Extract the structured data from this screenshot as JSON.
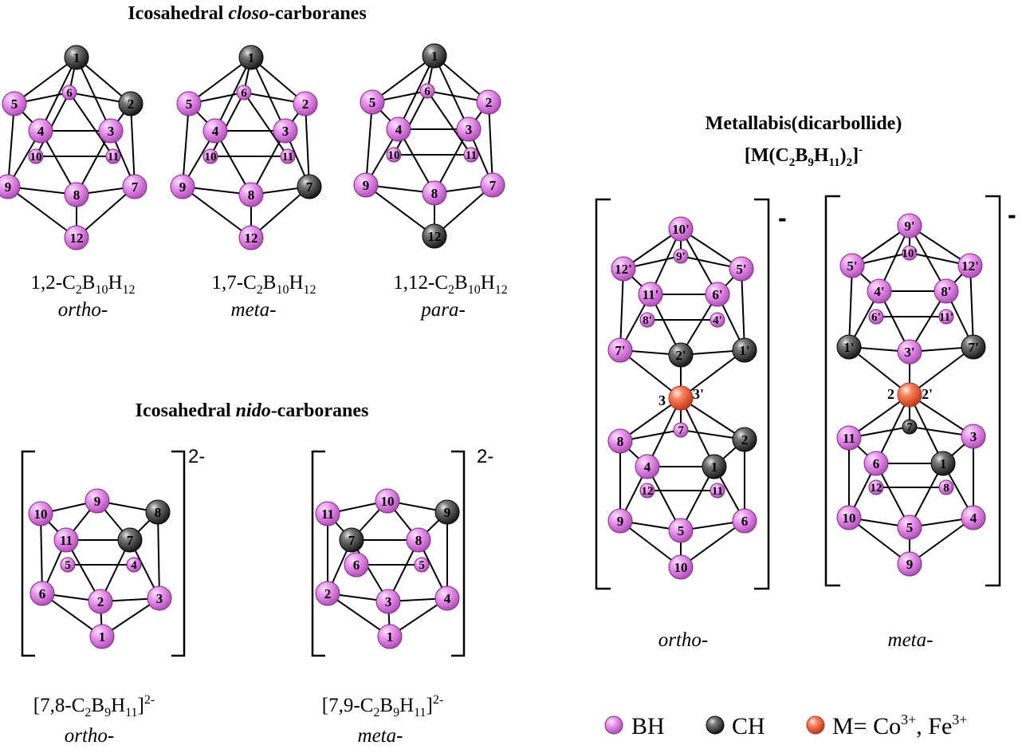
{
  "headings": {
    "closo": {
      "pre": "Icosahedral ",
      "it": "closo",
      "post": "-carboranes"
    },
    "nido": {
      "pre": "Icosahedral ",
      "it": "nido",
      "post": "-carboranes"
    },
    "metalla_line1": "Metallabis(dicarbollide)",
    "metalla_line2": {
      "a": "[M(C",
      "s1": "2",
      "b": "B",
      "s2": "9",
      "c": "H",
      "s3": "11",
      "d": ")",
      "s4": "2",
      "e": "]",
      "sup": "-"
    }
  },
  "closo_captions": [
    {
      "f1": "1,2-C",
      "s1": "2",
      "f2": "B",
      "s2": "10",
      "f3": "H",
      "s3": "12",
      "isomer": "ortho-"
    },
    {
      "f1": "1,7-C",
      "s1": "2",
      "f2": "B",
      "s2": "10",
      "f3": "H",
      "s3": "12",
      "isomer": "meta-"
    },
    {
      "f1": "1,12-C",
      "s1": "2",
      "f2": "B",
      "s2": "10",
      "f3": "H",
      "s3": "12",
      "isomer": "para-"
    }
  ],
  "nido_captions": [
    {
      "f1": "[7,8-C",
      "s1": "2",
      "f2": "B",
      "s2": "9",
      "f3": "H",
      "s3": "11",
      "f4": "]",
      "sup": "2-",
      "isomer": "ortho-"
    },
    {
      "f1": "[7,9-C",
      "s1": "2",
      "f2": "B",
      "s2": "9",
      "f3": "H",
      "s3": "11",
      "f4": "]",
      "sup": "2-",
      "isomer": "meta-"
    }
  ],
  "charges": {
    "nido": "2-",
    "metalla": "-"
  },
  "metalla_captions": [
    "ortho-",
    "meta-"
  ],
  "metal_labels": {
    "ortho": {
      "left": "3",
      "right": "3'"
    },
    "meta": {
      "left": "2",
      "right": "2'"
    }
  },
  "legend": {
    "bh": "BH",
    "ch": "CH",
    "m_text": "M= Co",
    "m_sup1": "3+",
    "m_mid": ", Fe",
    "m_sup2": "3+"
  },
  "colors": {
    "bh": "#e07be6",
    "ch": "#3a3a3a",
    "metal": "#f05a38",
    "bond": "#000000"
  },
  "closo_nodes": [
    [
      "1",
      "6",
      "5",
      "2",
      "4",
      "3",
      "10",
      "11",
      "9",
      "7",
      "8",
      "12"
    ],
    [
      "1",
      "6",
      "5",
      "2",
      "4",
      "3",
      "10",
      "11",
      "9",
      "7",
      "8",
      "12"
    ],
    [
      "1",
      "6",
      "5",
      "2",
      "4",
      "3",
      "10",
      "11",
      "9",
      "7",
      "8",
      "12"
    ]
  ],
  "closo_carbons": [
    [
      "1",
      "2"
    ],
    [
      "1",
      "7"
    ],
    [
      "1",
      "12"
    ]
  ],
  "nido_nodes": [
    [
      "10",
      "9",
      "8",
      "11",
      "7",
      "5",
      "4",
      "6",
      "2",
      "3",
      "1"
    ],
    [
      "11",
      "10",
      "9",
      "7",
      "8",
      "6",
      "5",
      "2",
      "3",
      "4",
      "1"
    ]
  ],
  "nido_carbons": [
    [
      "7",
      "8"
    ],
    [
      "7",
      "9"
    ]
  ],
  "metalla_nodes": {
    "ortho": {
      "upper": [
        "10'",
        "9'",
        "12'",
        "5'",
        "11'",
        "6'",
        "8'",
        "4'",
        "7'",
        "1'",
        "2'"
      ],
      "lower": [
        "7",
        "2",
        "8",
        "4",
        "1",
        "12",
        "11",
        "9",
        "6",
        "5",
        "10"
      ],
      "carbons": [
        "1'",
        "2'",
        "1",
        "2"
      ]
    },
    "meta": {
      "upper": [
        "9'",
        "10'",
        "5'",
        "12'",
        "4'",
        "8'",
        "6'",
        "11'",
        "1'",
        "7'",
        "3'"
      ],
      "lower": [
        "7",
        "3",
        "11",
        "6",
        "1",
        "12",
        "8",
        "10",
        "4",
        "5",
        "9"
      ],
      "carbons": [
        "1'",
        "7'",
        "1",
        "7"
      ]
    }
  }
}
